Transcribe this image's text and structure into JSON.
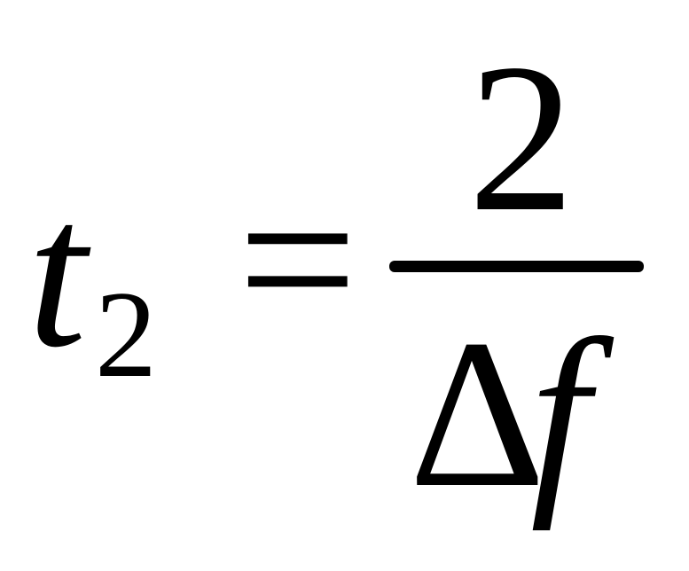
{
  "formula": {
    "lhs_variable": "t",
    "lhs_subscript": "2",
    "operator": "=",
    "numerator": "2",
    "denominator_symbol": "Δ",
    "denominator_variable": "f"
  }
}
